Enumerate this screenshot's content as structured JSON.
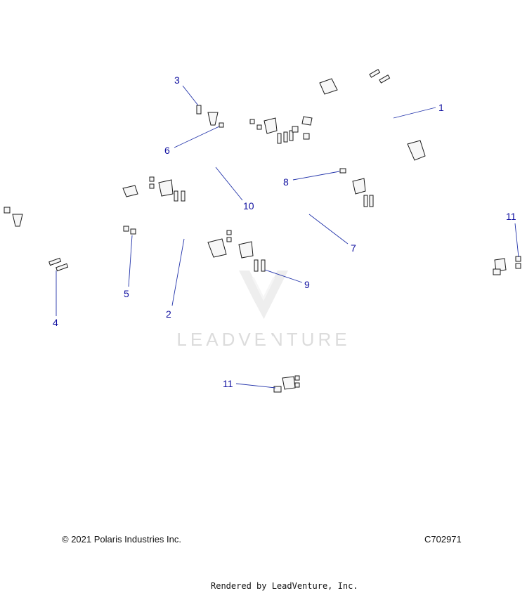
{
  "callouts": [
    "1",
    "2",
    "3",
    "4",
    "5",
    "6",
    "7",
    "8",
    "9",
    "10",
    "11",
    "11"
  ],
  "watermark": "LEADVENTURE",
  "copyright": "© 2021 Polaris Industries Inc.",
  "diagram_code": "C702971",
  "rendered_by": "Rendered by LeadVenture, Inc."
}
